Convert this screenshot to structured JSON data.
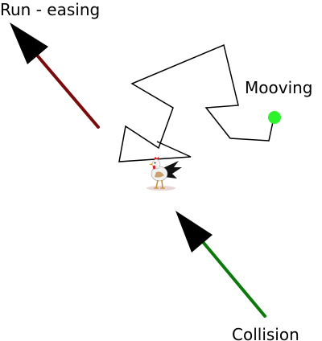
{
  "labels": {
    "run_easing": "Run - easing",
    "mooving": "Mooving",
    "collision": "Collision"
  },
  "arrows": {
    "run_easing_color": "#7a0b0b",
    "collision_color": "#0b7a0b",
    "head_color": "#000000"
  },
  "path": {
    "stroke_color": "#000000"
  },
  "endpoint": {
    "color": "#2cf32c"
  },
  "character": {
    "icon": "rooster-icon"
  }
}
